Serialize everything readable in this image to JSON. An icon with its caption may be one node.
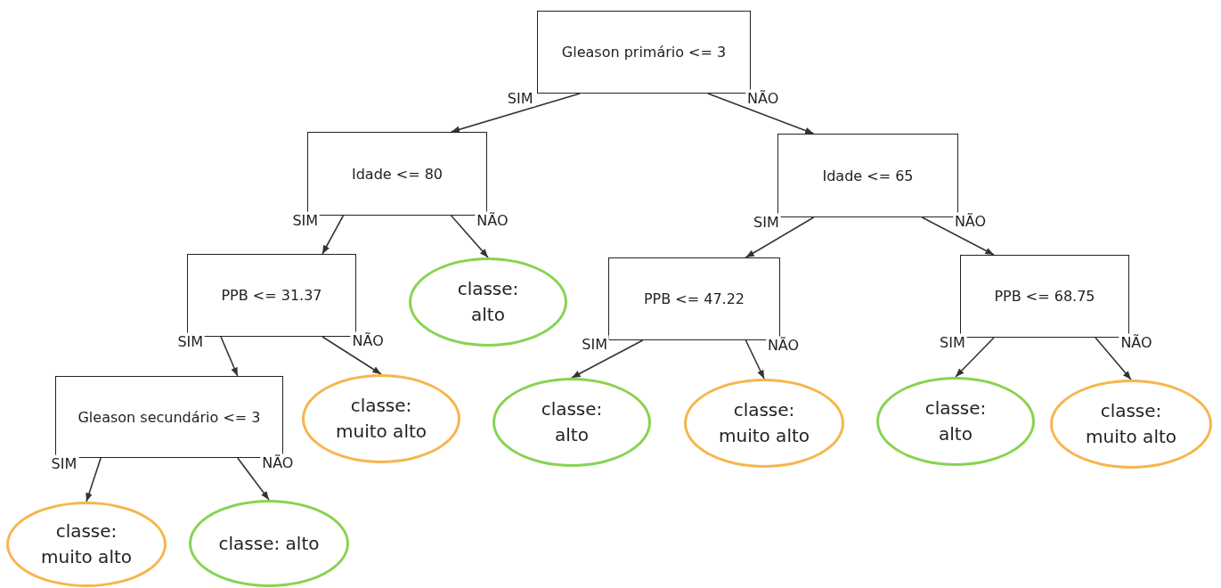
{
  "diagram": {
    "nodes": [
      {
        "text": [
          "Gleason primário <= 3"
        ]
      },
      {
        "text": [
          "Idade <= 80"
        ]
      },
      {
        "text": [
          "Idade <= 65"
        ]
      },
      {
        "text": [
          "PPB <= 31.37"
        ]
      },
      {
        "text": [
          "classe: alto"
        ]
      },
      {
        "text": [
          "PPB <= 47.22"
        ]
      },
      {
        "text": [
          "PPB <= 68.75"
        ]
      },
      {
        "text": [
          "Gleason secundário <= 3"
        ]
      },
      {
        "text": [
          "classe: muito alto"
        ]
      },
      {
        "text": [
          "classe: alto"
        ]
      },
      {
        "text": [
          "classe: muito alto"
        ]
      },
      {
        "text": [
          "classe: alto"
        ]
      },
      {
        "text": [
          "classe: muito alto"
        ]
      },
      {
        "text": [
          "classe: muito alto"
        ]
      },
      {
        "text": [
          "classe: alto"
        ]
      }
    ],
    "edges": [
      {
        "from": 0,
        "to": 1,
        "arrow": "to",
        "label": "SIM"
      },
      {
        "from": 0,
        "to": 2,
        "arrow": "to",
        "label": "NÃO"
      },
      {
        "from": 1,
        "to": 3,
        "arrow": "to",
        "label": "SIM"
      },
      {
        "from": 1,
        "to": 4,
        "arrow": "to",
        "label": "NÃO"
      },
      {
        "from": 2,
        "to": 5,
        "arrow": "to",
        "label": "SIM"
      },
      {
        "from": 2,
        "to": 6,
        "arrow": "to",
        "label": "NÃO"
      },
      {
        "from": 3,
        "to": 7,
        "arrow": "to",
        "label": "SIM"
      },
      {
        "from": 3,
        "to": 8,
        "arrow": "to",
        "label": "NÃO"
      },
      {
        "from": 5,
        "to": 9,
        "arrow": "to",
        "label": "SIM"
      },
      {
        "from": 5,
        "to": 10,
        "arrow": "to",
        "label": "NÃO"
      },
      {
        "from": 6,
        "to": 11,
        "arrow": "to",
        "label": "SIM"
      },
      {
        "from": 6,
        "to": 12,
        "arrow": "to",
        "label": "NÃO"
      },
      {
        "from": 7,
        "to": 13,
        "arrow": "to",
        "label": "SIM"
      },
      {
        "from": 7,
        "to": 14,
        "arrow": "to",
        "label": "NÃO"
      }
    ]
  }
}
